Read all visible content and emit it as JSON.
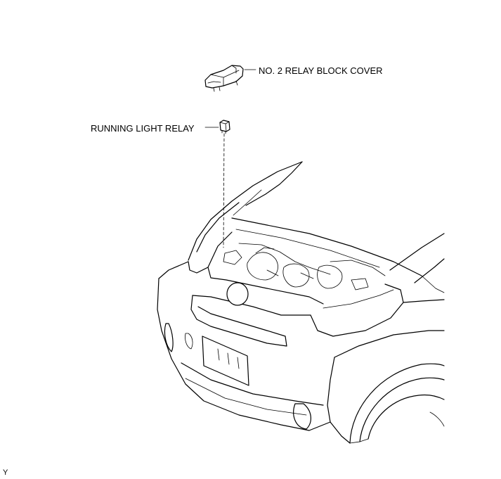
{
  "labels": {
    "relay_block_cover": "NO. 2 RELAY BLOCK COVER",
    "running_light_relay": "RUNNING LIGHT RELAY",
    "figure_code": "Y"
  }
}
